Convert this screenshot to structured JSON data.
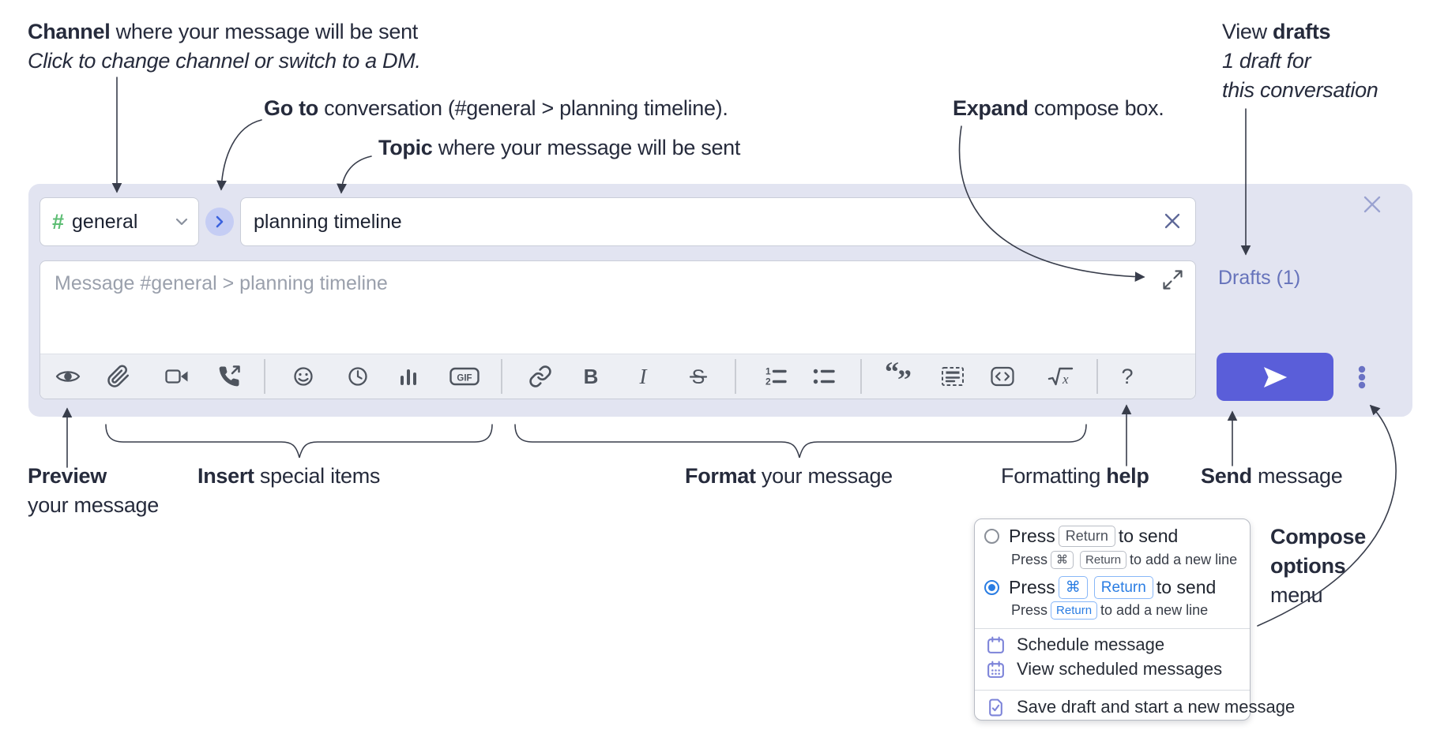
{
  "annotations": {
    "channel": {
      "bold": "Channel",
      "rest": " where your message will be sent",
      "line2": "Click to change channel or switch to a DM."
    },
    "goto": {
      "bold": "Go to",
      "rest": " conversation (#general > planning timeline)."
    },
    "topic": {
      "bold": "Topic",
      "rest": " where your message will be sent"
    },
    "expand": {
      "bold": "Expand",
      "rest": " compose box."
    },
    "drafts": {
      "line1_pre": "View ",
      "line1_bold": "drafts",
      "line2": "1 draft for",
      "line3": "this conversation"
    },
    "preview": {
      "bold": "Preview",
      "line2": "your message"
    },
    "insert": {
      "bold": "Insert",
      "rest": " special items"
    },
    "format": {
      "bold": "Format",
      "rest": " your message"
    },
    "formatting_help": {
      "pre": "Formatting ",
      "bold": "help"
    },
    "send": {
      "bold": "Send",
      "rest": " message"
    },
    "compose_options": {
      "line1": "Compose",
      "line2": "options",
      "line3": "menu"
    }
  },
  "compose": {
    "channel_hash": "#",
    "channel_name": "general",
    "topic_value": "planning timeline",
    "message_placeholder": "Message #general > planning timeline",
    "drafts_label": "Drafts (1)"
  },
  "toolbar": {
    "icons": [
      "preview",
      "attach-file",
      "video-call",
      "voice-call",
      "emoji",
      "global-time",
      "poll",
      "gif",
      "link",
      "bold",
      "italic",
      "strikethrough",
      "numbered-list",
      "bulleted-list",
      "quote",
      "spoiler",
      "code",
      "math",
      "help"
    ],
    "bold_label": "B",
    "italic_label": "I",
    "strike_label": "S",
    "gif_label": "GIF",
    "help_label": "?",
    "math_x": "x",
    "ol_1": "1",
    "ol_2": "2",
    "quote_open": "“",
    "quote_close": "”"
  },
  "popup": {
    "option1": {
      "press": "Press",
      "key1": "Return",
      "suffix": "to send",
      "sub_press": "Press",
      "sub_key1": "⌘",
      "sub_key2": "Return",
      "sub_suffix": "to add a new line"
    },
    "option2": {
      "press": "Press",
      "key1": "⌘",
      "key2": "Return",
      "suffix": "to send",
      "sub_press": "Press",
      "sub_key1": "Return",
      "sub_suffix": "to add a new line"
    },
    "menu_items": {
      "schedule": "Schedule message",
      "view_scheduled": "View scheduled messages",
      "save_draft": "Save draft and start a new message"
    }
  },
  "colors": {
    "compose_bg": "#e2e4f1",
    "send_button": "#5a5ed9",
    "drafts_link": "#6673bb",
    "accent_blue": "#2a7de3",
    "hash_green": "#5cbd73",
    "goto_circle_bg": "#c5cdf4",
    "goto_chevron": "#3b62de",
    "menu_icon": "#7d84d9",
    "toolbar_icon": "#4e545e"
  }
}
